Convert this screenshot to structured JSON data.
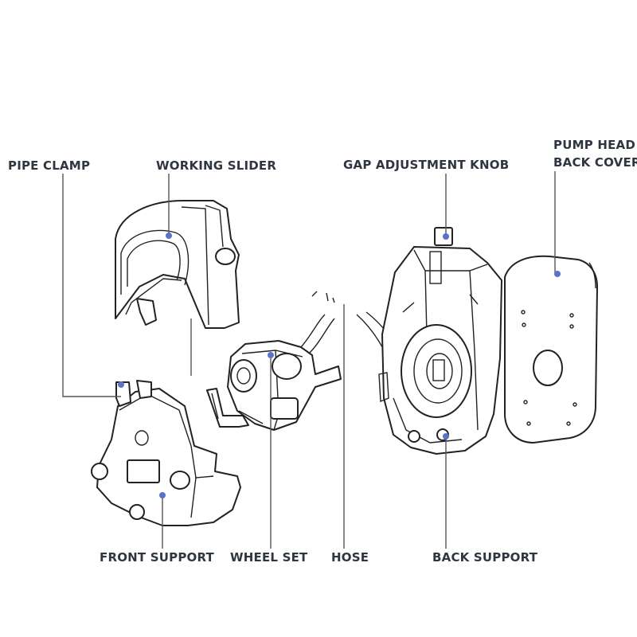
{
  "labels": {
    "pipe_clamp": "PIPE CLAMP",
    "working_slider": "WORKING SLIDER",
    "gap_adjustment_knob": "GAP ADJUSTMENT KNOB",
    "pump_head_back_cover_line1": "PUMP HEAD",
    "pump_head_back_cover_line2": "BACK COVER",
    "front_support": "FRONT SUPPORT",
    "wheel_set": "WHEEL SET",
    "hose": "HOSE",
    "back_support": "BACK SUPPORT"
  },
  "colors": {
    "marker": "#5b73c4",
    "label_text": "#2f3640",
    "line_art": "#222222"
  }
}
